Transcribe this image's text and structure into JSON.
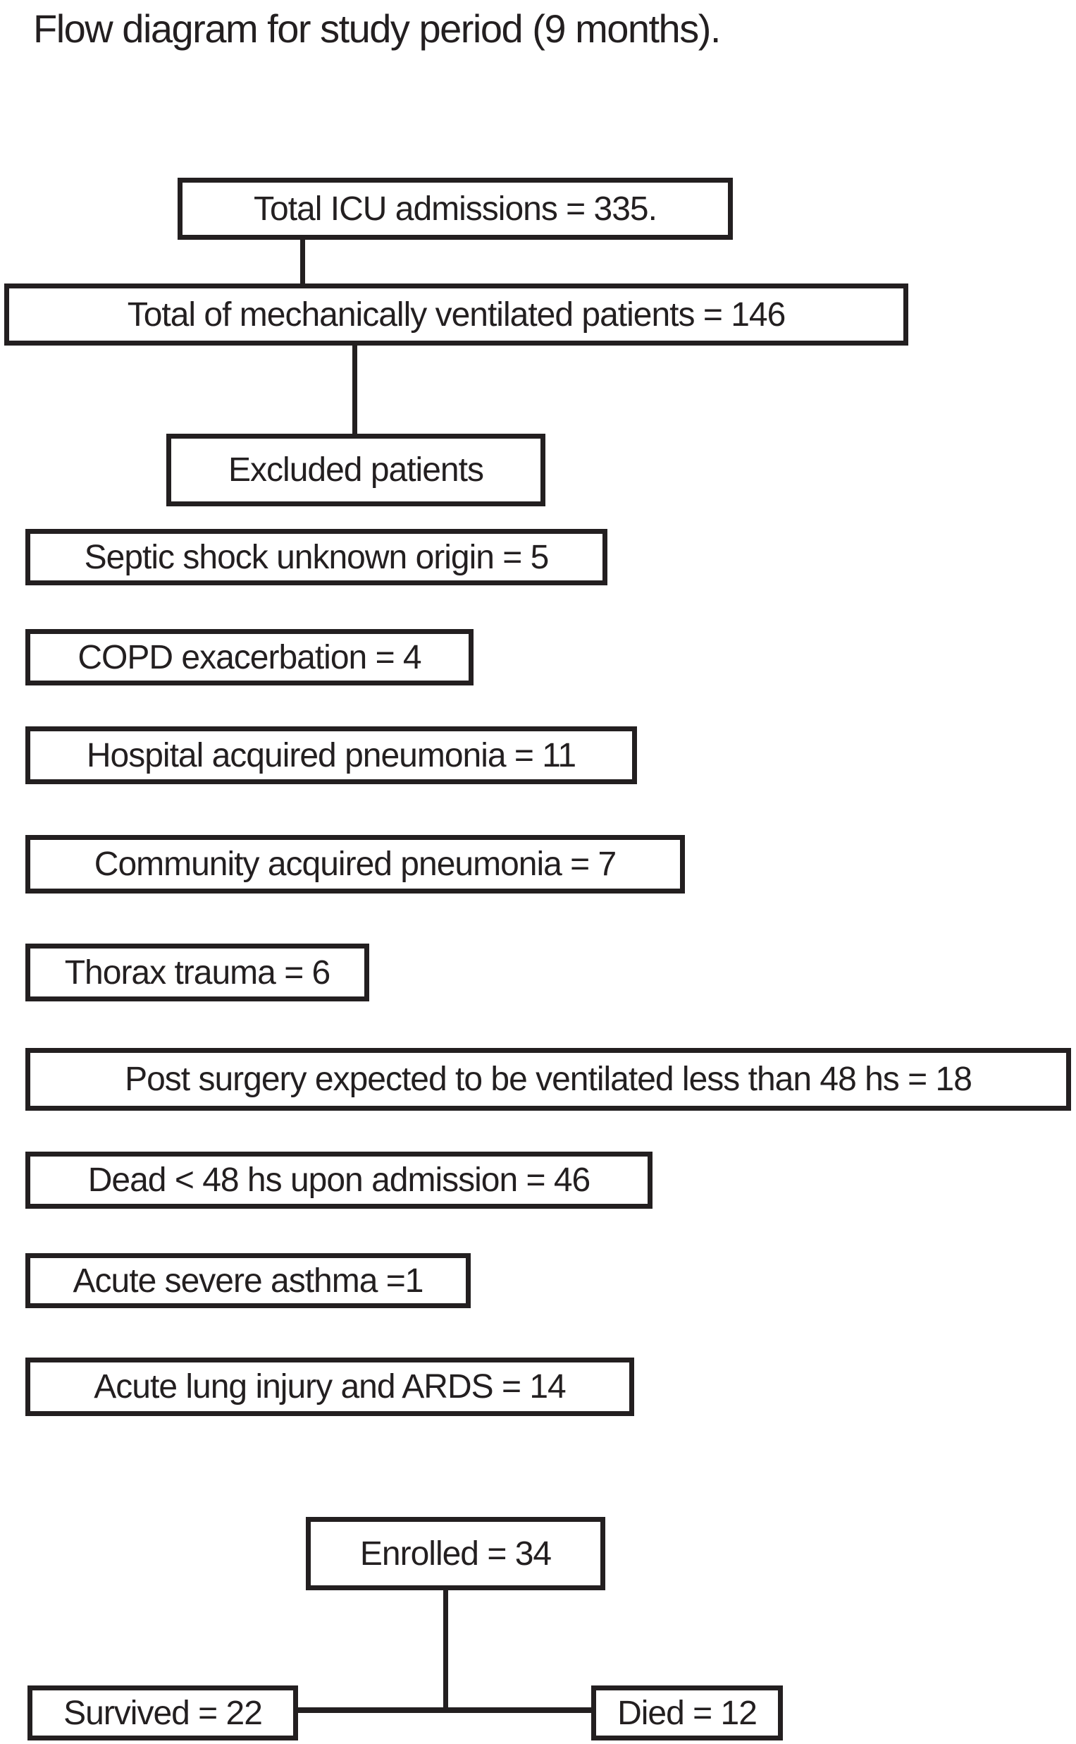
{
  "title": "Flow diagram for study period (9 months).",
  "colors": {
    "ink": "#231f20",
    "background": "#ffffff"
  },
  "diagram": {
    "nodes": [
      {
        "id": "total-icu-admissions",
        "label": "Total ICU admissions = 335."
      },
      {
        "id": "mechanically-ventilated",
        "label": "Total of mechanically ventilated patients = 146"
      },
      {
        "id": "excluded-patients",
        "label": "Excluded patients"
      },
      {
        "id": "septic-shock",
        "label": "Septic shock unknown origin = 5"
      },
      {
        "id": "copd-exacerbation",
        "label": "COPD exacerbation = 4"
      },
      {
        "id": "hospital-acquired-pneumonia",
        "label": "Hospital acquired pneumonia = 11"
      },
      {
        "id": "community-acquired-pneumonia",
        "label": "Community acquired pneumonia = 7"
      },
      {
        "id": "thorax-trauma",
        "label": "Thorax trauma = 6"
      },
      {
        "id": "post-surgery",
        "label": "Post surgery expected to be ventilated less than 48 hs = 18"
      },
      {
        "id": "dead-48hs",
        "label": "Dead < 48 hs upon admission = 46"
      },
      {
        "id": "acute-severe-asthma",
        "label": "Acute severe asthma =1"
      },
      {
        "id": "acute-lung-injury-ards",
        "label": "Acute lung injury and ARDS = 14"
      },
      {
        "id": "enrolled",
        "label": "Enrolled = 34"
      },
      {
        "id": "survived",
        "label": "Survived = 22"
      },
      {
        "id": "died",
        "label": "Died = 12"
      }
    ],
    "edges": [
      {
        "from": "total-icu-admissions",
        "to": "mechanically-ventilated"
      },
      {
        "from": "mechanically-ventilated",
        "to": "excluded-patients"
      },
      {
        "from": "enrolled",
        "to": "survived"
      },
      {
        "from": "enrolled",
        "to": "died"
      }
    ]
  }
}
